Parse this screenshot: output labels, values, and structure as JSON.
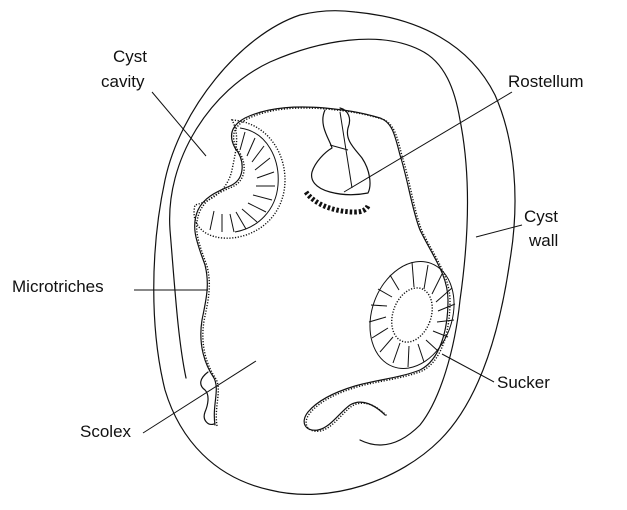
{
  "labels": {
    "cyst_cavity_line1": "Cyst",
    "cyst_cavity_line2": "cavity",
    "rostellum": "Rostellum",
    "cyst_wall_line1": "Cyst",
    "cyst_wall_line2": "wall",
    "microtriches": "Microtriches",
    "sucker": "Sucker",
    "scolex": "Scolex"
  },
  "colors": {
    "line": "#111111",
    "background": "#ffffff"
  }
}
